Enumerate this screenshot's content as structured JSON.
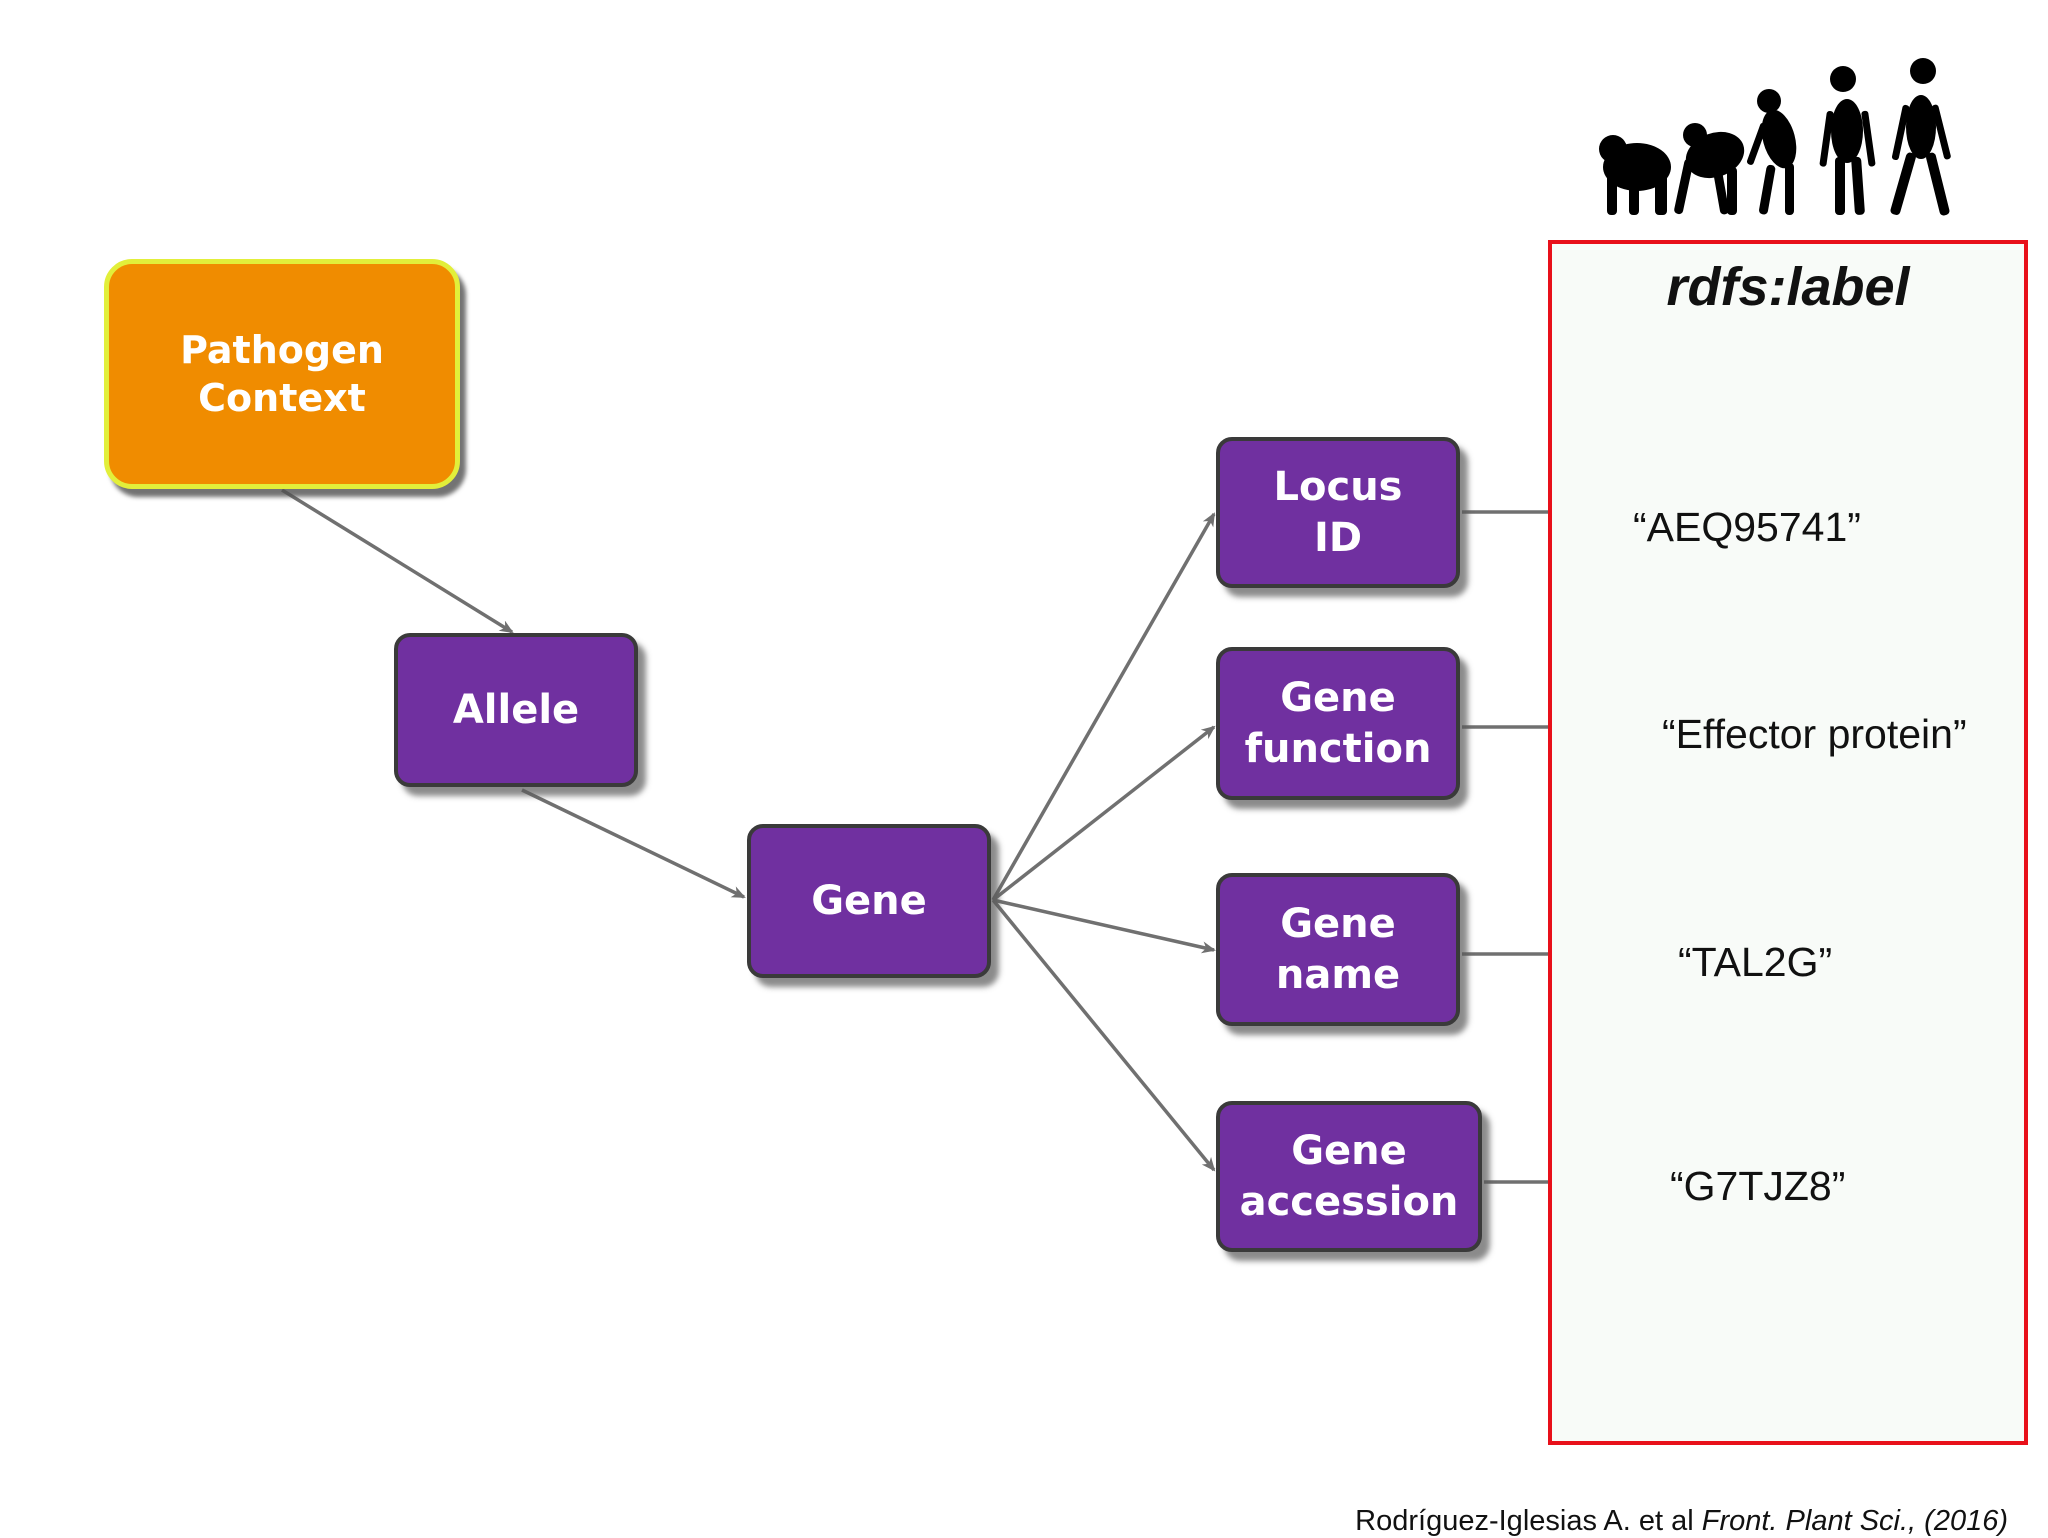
{
  "nodes": {
    "pathogen_context": "Pathogen Context",
    "allele": "Allele",
    "gene": "Gene",
    "locus_id": "Locus ID",
    "gene_function": "Gene function",
    "gene_name": "Gene name",
    "gene_accession": "Gene accession"
  },
  "label_panel": {
    "title": "rdfs:label",
    "values": [
      "“AEQ95741”",
      "“Effector protein”",
      "“TAL2G”",
      "“G7TJZ8”"
    ]
  },
  "citation": {
    "authors": "Rodríguez-Iglesias A. et al ",
    "journal": "Front. Plant Sci., (2016)"
  },
  "evolution_icon": "human-evolution-silhouettes-icon",
  "colors": {
    "node_purple": "#7030a0",
    "node_orange": "#f08c00",
    "orange_border": "#e2ef3a",
    "panel_border": "#e8101a",
    "arrow": "#707070"
  }
}
